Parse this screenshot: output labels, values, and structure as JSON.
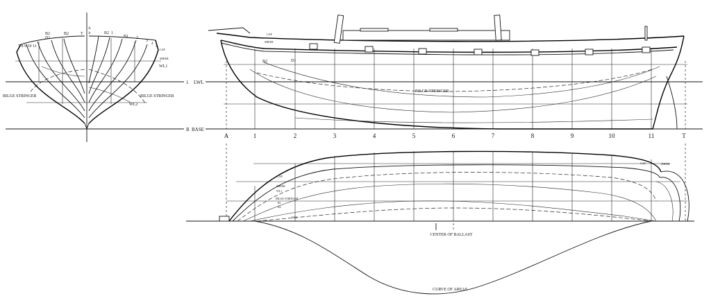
{
  "body_plan": {
    "waterline_labels": [
      "1",
      "LWL"
    ],
    "base_labels": [
      "B",
      "BASE"
    ],
    "bilge_stringer_left": "BILGE STRINGER",
    "bilge_stringer_right": "BILGE STRINGER",
    "wl1": "WL1",
    "wl2": "WL2",
    "sheer": "SHEER",
    "cap": "CAP",
    "top_labels": [
      "B2",
      "D1",
      "B2",
      "T",
      "A",
      "A",
      "B2",
      "1",
      "B1",
      "2",
      "3",
      "4",
      "5"
    ],
    "station_cluster": "7 8 9 10 11"
  },
  "profile": {
    "stations": [
      "A",
      "1",
      "2",
      "3",
      "4",
      "5",
      "6",
      "7",
      "8",
      "9",
      "10",
      "11",
      "T"
    ],
    "cap": "CAP",
    "sheer": "SHEER",
    "bilge_stringer": "BILGE STRINGER",
    "b2": "B2",
    "d1": "D1"
  },
  "half_breadth": {
    "cap": "CAP",
    "sheer": "SHEER",
    "cap_aft": "CAP",
    "sheer_aft": "SHEER",
    "wl1": "WL1",
    "wl2": "WL2",
    "bilge_stringer_short": "BILGE STRINGER",
    "b1": "B1",
    "b2": "B2",
    "center_of_ballast": "CENTER OF BALLAST",
    "curve_of_areas": "CURVE OF AREAS"
  }
}
